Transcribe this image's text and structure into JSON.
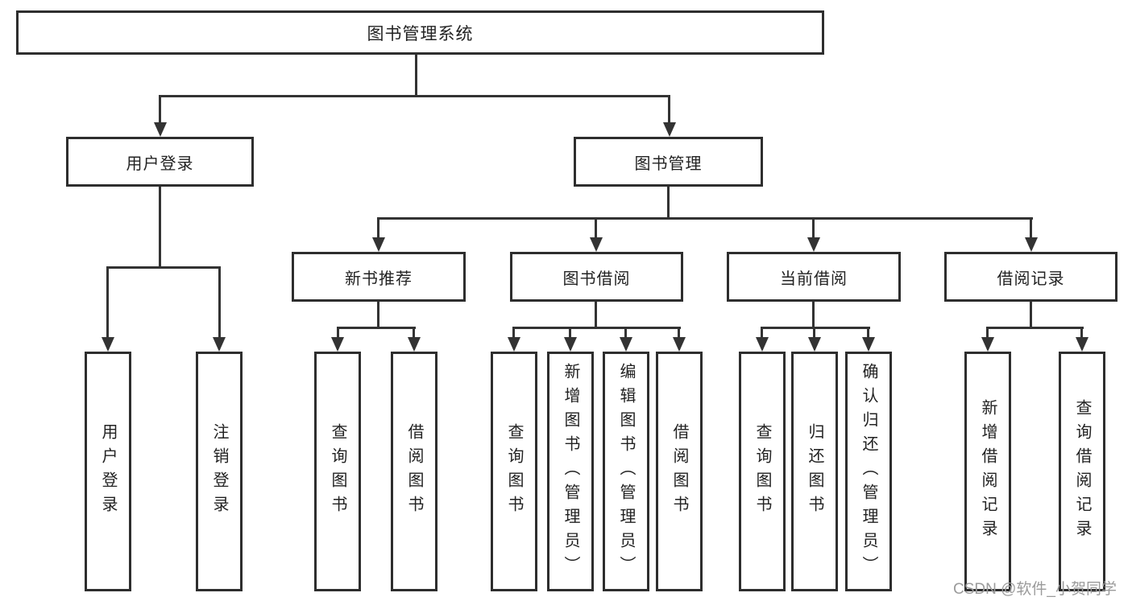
{
  "tree": {
    "root": "图书管理系统",
    "l1": {
      "userLogin": {
        "label": "用户登录",
        "leaves": [
          "用户登录",
          "注销登录"
        ]
      },
      "bookMgmt": {
        "label": "图书管理",
        "groups": [
          {
            "label": "新书推荐",
            "leaves": [
              "查询图书",
              "借阅图书"
            ]
          },
          {
            "label": "图书借阅",
            "leaves": [
              "查询图书",
              "新增图书（管理员）",
              "编辑图书（管理员）",
              "借阅图书"
            ]
          },
          {
            "label": "当前借阅",
            "leaves": [
              "查询图书",
              "归还图书",
              "确认归还（管理员）"
            ]
          },
          {
            "label": "借阅记录",
            "leaves": [
              "新增借阅记录",
              "查询借阅记录"
            ]
          }
        ]
      }
    }
  },
  "watermark": "CSDN @软件_小贺同学",
  "colors": {
    "line": "#333333",
    "box_border": "#2e2e2e",
    "text": "#222222",
    "background": "#ffffff",
    "watermark_text": "#9b9b9b"
  }
}
